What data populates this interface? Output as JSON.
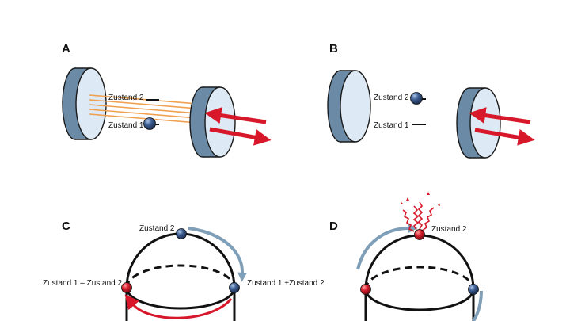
{
  "panels": {
    "a": {
      "letter": "A",
      "state2": "Zustand 2",
      "state1": "Zustand 1"
    },
    "b": {
      "letter": "B",
      "state2": "Zustand 2",
      "state1": "Zustand 1"
    },
    "c": {
      "letter": "C",
      "state2": "Zustand 2",
      "minus": "Zustand 1 – Zustand 2",
      "plus": "Zustand 1 +Zustand 2"
    },
    "d": {
      "letter": "D",
      "state2": "Zustand 2"
    }
  },
  "colors": {
    "mirror_face": "#dde9f4",
    "mirror_side": "#6b8aa6",
    "arrow_red": "#d7182a",
    "arrow_blue": "#7f9fb8",
    "beam": "#f0a050",
    "atom_blue": "#2e4a7a",
    "atom_red": "#d01c2a"
  },
  "icons": [
    "mirror",
    "atom",
    "laser-arrow",
    "bloch-sphere",
    "photon-wave"
  ]
}
